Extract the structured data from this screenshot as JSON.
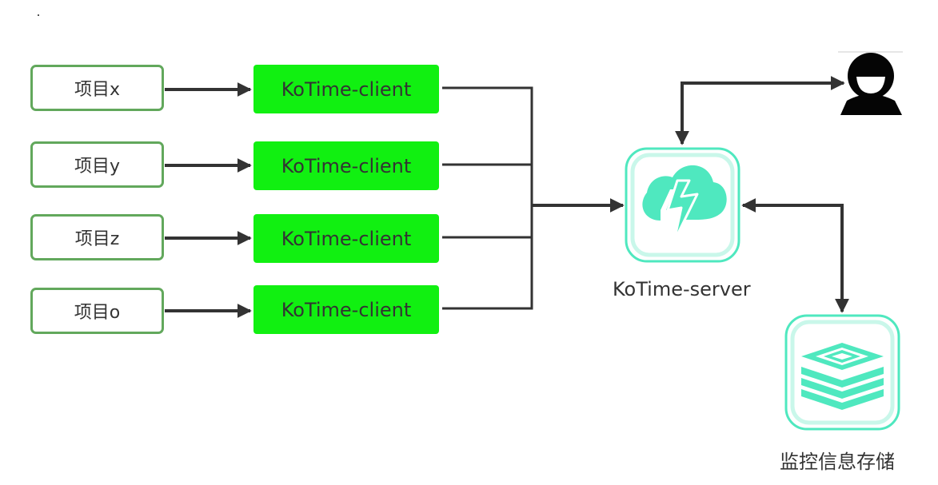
{
  "projects": [
    {
      "label": "项目x"
    },
    {
      "label": "项目y"
    },
    {
      "label": "项目z"
    },
    {
      "label": "项目o"
    }
  ],
  "clients": [
    {
      "label": "KoTime-client"
    },
    {
      "label": "KoTime-client"
    },
    {
      "label": "KoTime-client"
    },
    {
      "label": "KoTime-client"
    }
  ],
  "server": {
    "label": "KoTime-server",
    "icon": "cloud-lightning-icon"
  },
  "storage": {
    "label": "监控信息存储",
    "icon": "stacked-layers-icon"
  },
  "user": {
    "icon": "user-icon"
  },
  "colors": {
    "client_fill": "#11f011",
    "project_border": "#62a85c",
    "icon_accent": "#4fe8bf",
    "arrow": "#333333"
  }
}
